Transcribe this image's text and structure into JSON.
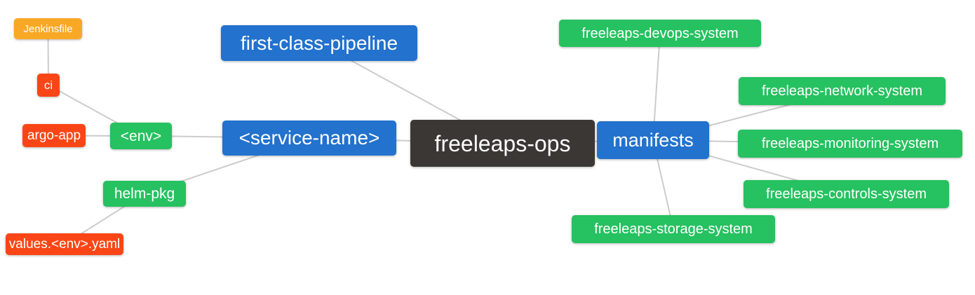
{
  "diagram": {
    "title": "freeleaps-ops repository mind map",
    "edge_color": "#cccccc",
    "colors": {
      "blue": "#2272CE",
      "green": "#26C160",
      "red": "#FA4616",
      "amber": "#F9A826",
      "dark": "#3B3735",
      "text": "#ffffff",
      "background": "#ffffff"
    },
    "nodes": [
      {
        "id": "jenkinsfile",
        "label": "Jenkinsfile",
        "kind": "amber"
      },
      {
        "id": "ci",
        "label": "ci",
        "kind": "red"
      },
      {
        "id": "argo-app",
        "label": "argo-app",
        "kind": "red"
      },
      {
        "id": "env",
        "label": "<env>",
        "kind": "green"
      },
      {
        "id": "helm-pkg",
        "label": "helm-pkg",
        "kind": "green"
      },
      {
        "id": "values-env-yaml",
        "label": "values.<env>.yaml",
        "kind": "red"
      },
      {
        "id": "first-class-pipeline",
        "label": "first-class-pipeline",
        "kind": "blue"
      },
      {
        "id": "service-name",
        "label": "<service-name>",
        "kind": "blue"
      },
      {
        "id": "freeleaps-ops",
        "label": "freeleaps-ops",
        "kind": "dark"
      },
      {
        "id": "manifests",
        "label": "manifests",
        "kind": "blue"
      },
      {
        "id": "devops-system",
        "label": "freeleaps-devops-system",
        "kind": "green"
      },
      {
        "id": "network-system",
        "label": "freeleaps-network-system",
        "kind": "green"
      },
      {
        "id": "monitoring-system",
        "label": "freeleaps-monitoring-system",
        "kind": "green"
      },
      {
        "id": "controls-system",
        "label": "freeleaps-controls-system",
        "kind": "green"
      },
      {
        "id": "storage-system",
        "label": "freeleaps-storage-system",
        "kind": "green"
      }
    ],
    "edges": [
      [
        "jenkinsfile",
        "ci"
      ],
      [
        "ci",
        "env"
      ],
      [
        "argo-app",
        "env"
      ],
      [
        "env",
        "service-name"
      ],
      [
        "helm-pkg",
        "service-name"
      ],
      [
        "values-env-yaml",
        "helm-pkg"
      ],
      [
        "first-class-pipeline",
        "freeleaps-ops"
      ],
      [
        "service-name",
        "freeleaps-ops"
      ],
      [
        "freeleaps-ops",
        "manifests"
      ],
      [
        "manifests",
        "devops-system"
      ],
      [
        "manifests",
        "network-system"
      ],
      [
        "manifests",
        "monitoring-system"
      ],
      [
        "manifests",
        "controls-system"
      ],
      [
        "manifests",
        "storage-system"
      ]
    ]
  }
}
